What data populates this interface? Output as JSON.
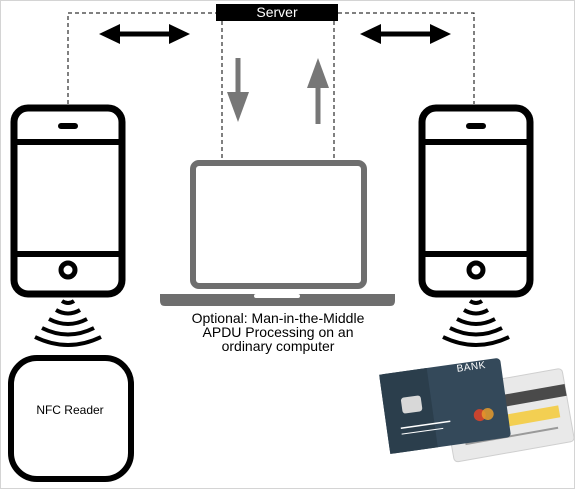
{
  "server": {
    "label": "Server"
  },
  "caption": {
    "lines": [
      "Optional: Man-in-the-Middle",
      "APDU Processing on an",
      "ordinary computer"
    ]
  },
  "nfc_reader": {
    "label": "NFC Reader"
  },
  "bank_card": {
    "label": "BANK"
  },
  "colors": {
    "phone": "#000000",
    "laptop": "#6e6e6e",
    "arrow_gray": "#777777",
    "card_dark": "#34495a",
    "card_light": "#e9e9e9",
    "card_stripe": "#f3cf52"
  }
}
